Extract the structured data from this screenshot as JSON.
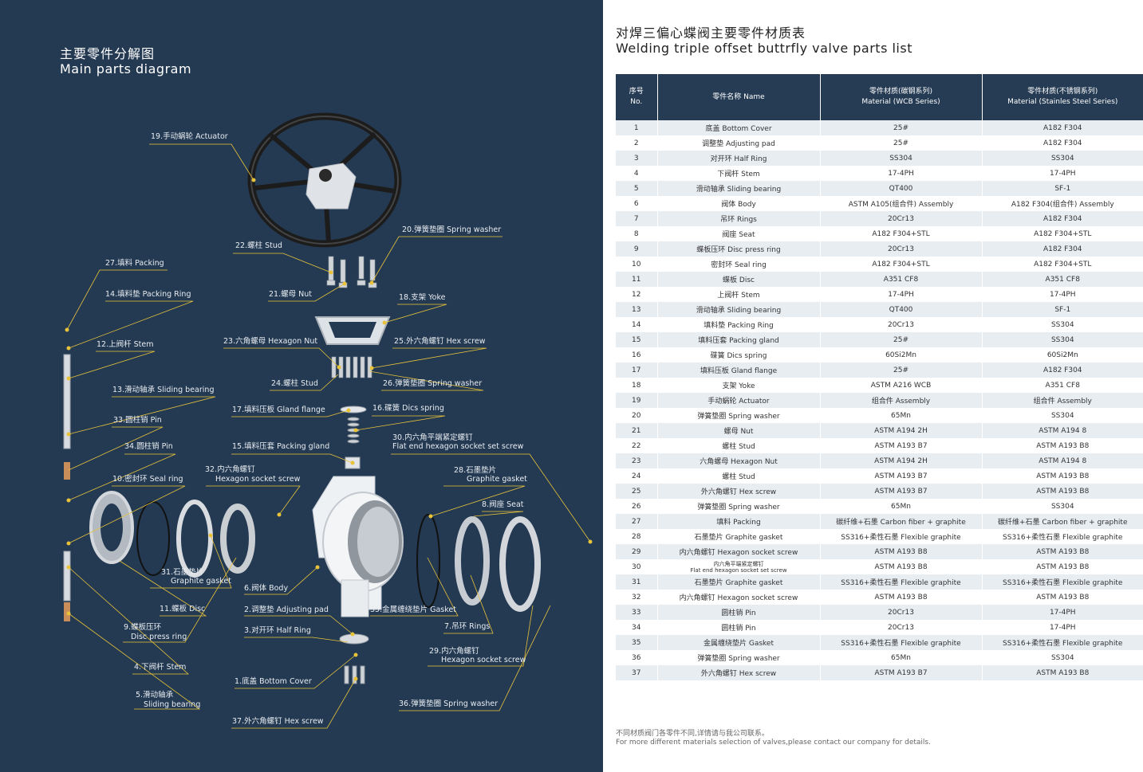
{
  "left": {
    "title_cn": "主要零件分解图",
    "title_en": "Main parts diagram",
    "labels": [
      {
        "id": "19",
        "text": "19.手动蜗轮 Actuator"
      },
      {
        "id": "20",
        "text": "20.弹簧垫圈 Spring washer"
      },
      {
        "id": "22",
        "text": "22.螺柱 Stud"
      },
      {
        "id": "27",
        "text": "27.填料 Packing"
      },
      {
        "id": "14",
        "text": "14.填料垫 Packing Ring"
      },
      {
        "id": "21",
        "text": "21.螺母 Nut"
      },
      {
        "id": "18",
        "text": "18.支架 Yoke"
      },
      {
        "id": "12",
        "text": "12.上阀杆 Stem"
      },
      {
        "id": "23",
        "text": "23.六角螺母 Hexagon Nut"
      },
      {
        "id": "25",
        "text": "25.外六角螺钉 Hex screw"
      },
      {
        "id": "13",
        "text": "13.滑动轴承 Sliding bearing"
      },
      {
        "id": "24",
        "text": "24.螺柱 Stud"
      },
      {
        "id": "26",
        "text": "26.弹簧垫圈 Spring washer"
      },
      {
        "id": "33",
        "text": "33.圆柱销 Pin"
      },
      {
        "id": "17",
        "text": "17.填料压板 Gland flange"
      },
      {
        "id": "16",
        "text": "16.碟簧 Dics spring"
      },
      {
        "id": "34",
        "text": "34.圆柱销 Pin"
      },
      {
        "id": "15",
        "text": "15.填料压套 Packing gland"
      },
      {
        "id": "30a",
        "text": "30.内六角平端紧定螺钉"
      },
      {
        "id": "30b",
        "text": "Flat end hexagon socket set screw"
      },
      {
        "id": "10",
        "text": "10.密封环 Seal ring"
      },
      {
        "id": "32a",
        "text": "32.内六角螺钉"
      },
      {
        "id": "32b",
        "text": "Hexagon socket screw"
      },
      {
        "id": "28a",
        "text": "28.石墨垫片"
      },
      {
        "id": "28b",
        "text": "Graphite gasket"
      },
      {
        "id": "8",
        "text": "8.阀座 Seat"
      },
      {
        "id": "31a",
        "text": "31.石墨垫片"
      },
      {
        "id": "31b",
        "text": "Graphite gasket"
      },
      {
        "id": "6",
        "text": "6.阀体 Body"
      },
      {
        "id": "11",
        "text": "11.蝶板 Disc"
      },
      {
        "id": "2",
        "text": "2.调整垫 Adjusting pad"
      },
      {
        "id": "35",
        "text": "35.金属缠绕垫片 Gasket"
      },
      {
        "id": "9a",
        "text": "9.蝶板压环"
      },
      {
        "id": "9b",
        "text": "Disc press ring"
      },
      {
        "id": "3",
        "text": "3.对开环 Half Ring"
      },
      {
        "id": "7",
        "text": "7.吊环 Rings"
      },
      {
        "id": "29a",
        "text": "29.内六角螺钉"
      },
      {
        "id": "29b",
        "text": "Hexagon socket screw"
      },
      {
        "id": "4",
        "text": "4.下阀杆 Stem"
      },
      {
        "id": "1",
        "text": "1.底盖 Bottom Cover"
      },
      {
        "id": "5a",
        "text": "5.滑动轴承"
      },
      {
        "id": "5b",
        "text": "Sliding bearing"
      },
      {
        "id": "36",
        "text": "36.弹簧垫圈 Spring washer"
      },
      {
        "id": "37",
        "text": "37.外六角螺钉 Hex screw"
      }
    ]
  },
  "right": {
    "title_cn": "对焊三偏心蝶阀主要零件材质表",
    "title_en": "Welding triple offset buttrfly valve parts list",
    "headers": [
      {
        "cn": "序号",
        "en": "No."
      },
      {
        "cn": "",
        "en": "零件名称 Name"
      },
      {
        "cn": "零件材质(碳钢系列)",
        "en": "Material (WCB Series)"
      },
      {
        "cn": "零件材质(不锈钢系列)",
        "en": "Material (Stainles Steel Series)"
      }
    ],
    "rows": [
      [
        "1",
        "底盖  Bottom Cover",
        "25#",
        "A182 F304"
      ],
      [
        "2",
        "调整垫  Adjusting pad",
        "25#",
        "A182 F304"
      ],
      [
        "3",
        "对开环  Half Ring",
        "SS304",
        "SS304"
      ],
      [
        "4",
        "下阀杆  Stem",
        "17-4PH",
        "17-4PH"
      ],
      [
        "5",
        "滑动轴承  Sliding bearing",
        "QT400",
        "SF-1"
      ],
      [
        "6",
        "阀体  Body",
        "ASTM A105(组合件)  Assembly",
        "A182 F304(组合件)  Assembly"
      ],
      [
        "7",
        "吊环  Rings",
        "20Cr13",
        "A182 F304"
      ],
      [
        "8",
        "阀座  Seat",
        "A182 F304+STL",
        "A182 F304+STL"
      ],
      [
        "9",
        "蝶板压环  Disc press ring",
        "20Cr13",
        "A182 F304"
      ],
      [
        "10",
        "密封环  Seal ring",
        "A182 F304+STL",
        "A182 F304+STL"
      ],
      [
        "11",
        "蝶板  Disc",
        "A351 CF8",
        "A351 CF8"
      ],
      [
        "12",
        "上阀杆  Stem",
        "17-4PH",
        "17-4PH"
      ],
      [
        "13",
        "滑动轴承  Sliding bearing",
        "QT400",
        "SF-1"
      ],
      [
        "14",
        "填料垫  Packing Ring",
        "20Cr13",
        "SS304"
      ],
      [
        "15",
        "填料压套  Packing gland",
        "25#",
        "SS304"
      ],
      [
        "16",
        "碟簧  Dics spring",
        "60Si2Mn",
        "60Si2Mn"
      ],
      [
        "17",
        "填料压板  Gland flange",
        "25#",
        "A182 F304"
      ],
      [
        "18",
        "支架  Yoke",
        "ASTM A216 WCB",
        "A351 CF8"
      ],
      [
        "19",
        "手动蜗轮  Actuator",
        "组合件  Assembly",
        "组合件  Assembly"
      ],
      [
        "20",
        "弹簧垫圈  Spring washer",
        "65Mn",
        "SS304"
      ],
      [
        "21",
        "螺母  Nut",
        "ASTM A194 2H",
        "ASTM A194 8"
      ],
      [
        "22",
        "螺柱  Stud",
        "ASTM A193 B7",
        "ASTM A193 B8"
      ],
      [
        "23",
        "六角螺母  Hexagon Nut",
        "ASTM A194 2H",
        "ASTM A194 8"
      ],
      [
        "24",
        "螺柱  Stud",
        "ASTM A193 B7",
        "ASTM A193 B8"
      ],
      [
        "25",
        "外六角螺钉  Hex screw",
        "ASTM A193 B7",
        "ASTM A193 B8"
      ],
      [
        "26",
        "弹簧垫圈  Spring washer",
        "65Mn",
        "SS304"
      ],
      [
        "27",
        "填料  Packing",
        "碳纤维+石墨  Carbon fiber + graphite",
        "碳纤维+石墨  Carbon fiber + graphite"
      ],
      [
        "28",
        "石墨垫片  Graphite gasket",
        "SS316+柔性石墨  Flexible graphite",
        "SS316+柔性石墨  Flexible graphite"
      ],
      [
        "29",
        "内六角螺钉  Hexagon socket screw",
        "ASTM A193 B8",
        "ASTM A193 B8"
      ],
      [
        "30",
        "内六角平端紧定螺钉|Flat end hexagon socket set screw",
        "ASTM A193 B8",
        "ASTM A193 B8"
      ],
      [
        "31",
        "石墨垫片  Graphite gasket",
        "SS316+柔性石墨  Flexible graphite",
        "SS316+柔性石墨  Flexible graphite"
      ],
      [
        "32",
        "内六角螺钉  Hexagon socket screw",
        "ASTM A193 B8",
        "ASTM A193 B8"
      ],
      [
        "33",
        "圆柱销  Pin",
        "20Cr13",
        "17-4PH"
      ],
      [
        "34",
        "圆柱销  Pin",
        "20Cr13",
        "17-4PH"
      ],
      [
        "35",
        "金属缠绕垫片  Gasket",
        "SS316+柔性石墨  Flexible graphite",
        "SS316+柔性石墨  Flexible graphite"
      ],
      [
        "36",
        "弹簧垫圈  Spring washer",
        "65Mn",
        "SS304"
      ],
      [
        "37",
        "外六角螺钉  Hex screw",
        "ASTM A193 B7",
        "ASTM A193 B8"
      ]
    ],
    "footnote_cn": "不同材质阀门各零件不同,详情请与我公司联系。",
    "footnote_en": "For more different materials selection of valves,please contact our company for details."
  },
  "colors": {
    "panel": "#243a53",
    "accent": "#e8c33a",
    "header": "#263c54",
    "row_alt": "#e8edf2"
  }
}
